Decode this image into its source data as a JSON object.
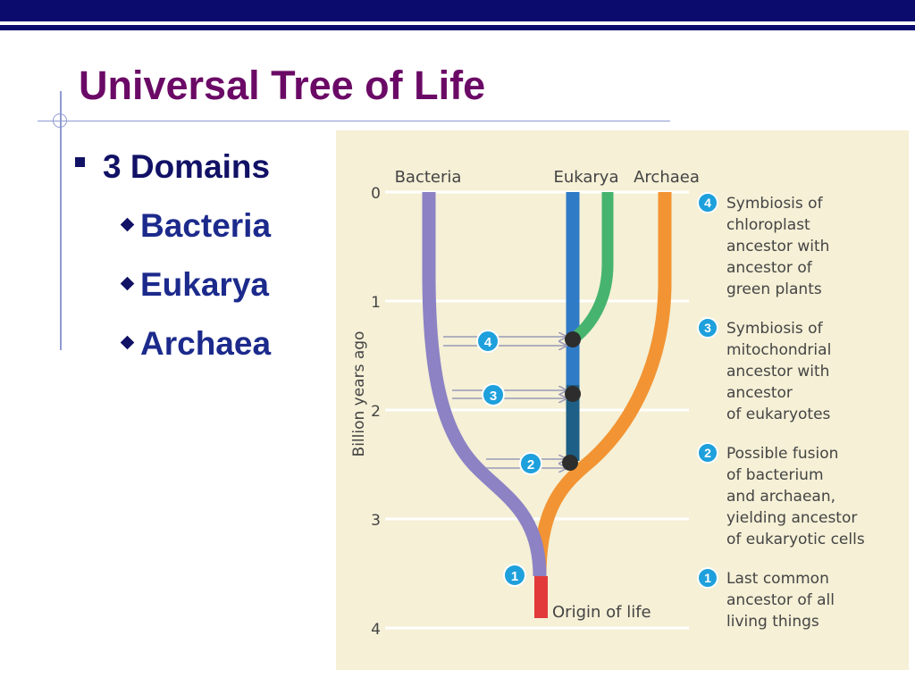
{
  "slide": {
    "title": "Universal Tree of Life",
    "bullet": "3 Domains",
    "sub_bullets": [
      "Bacteria",
      "Eukarya",
      "Archaea"
    ]
  },
  "figure": {
    "domains": [
      "Bacteria",
      "Eukarya",
      "Archaea"
    ],
    "axis": {
      "label": "Billion years ago",
      "ticks": [
        "0",
        "1",
        "2",
        "3",
        "4"
      ]
    },
    "origin_label": "Origin of life",
    "markers": [
      "4",
      "3",
      "2",
      "1"
    ],
    "events": [
      {
        "num": "4",
        "lines": [
          "Symbiosis of",
          "chloroplast",
          "ancestor with",
          "ancestor of",
          "green plants"
        ]
      },
      {
        "num": "3",
        "lines": [
          "Symbiosis of",
          "mitochondrial",
          "ancestor with",
          "ancestor",
          "of eukaryotes"
        ]
      },
      {
        "num": "2",
        "lines": [
          "Possible fusion",
          "of bacterium",
          "and archaean,",
          "yielding ancestor",
          "of eukaryotic cells"
        ]
      },
      {
        "num": "1",
        "lines": [
          "Last common",
          "ancestor of all",
          "living things"
        ]
      }
    ],
    "colors": {
      "bacteria": "#8c82c4",
      "eukarya": "#2f7bc6",
      "eukarya_dark": "#1d5f86",
      "plants": "#46b46e",
      "archaea": "#f29433",
      "origin": "#e23a3a",
      "marker": "#1ea0dc",
      "node": "#2d2d2d",
      "grid": "#ffffff"
    }
  }
}
